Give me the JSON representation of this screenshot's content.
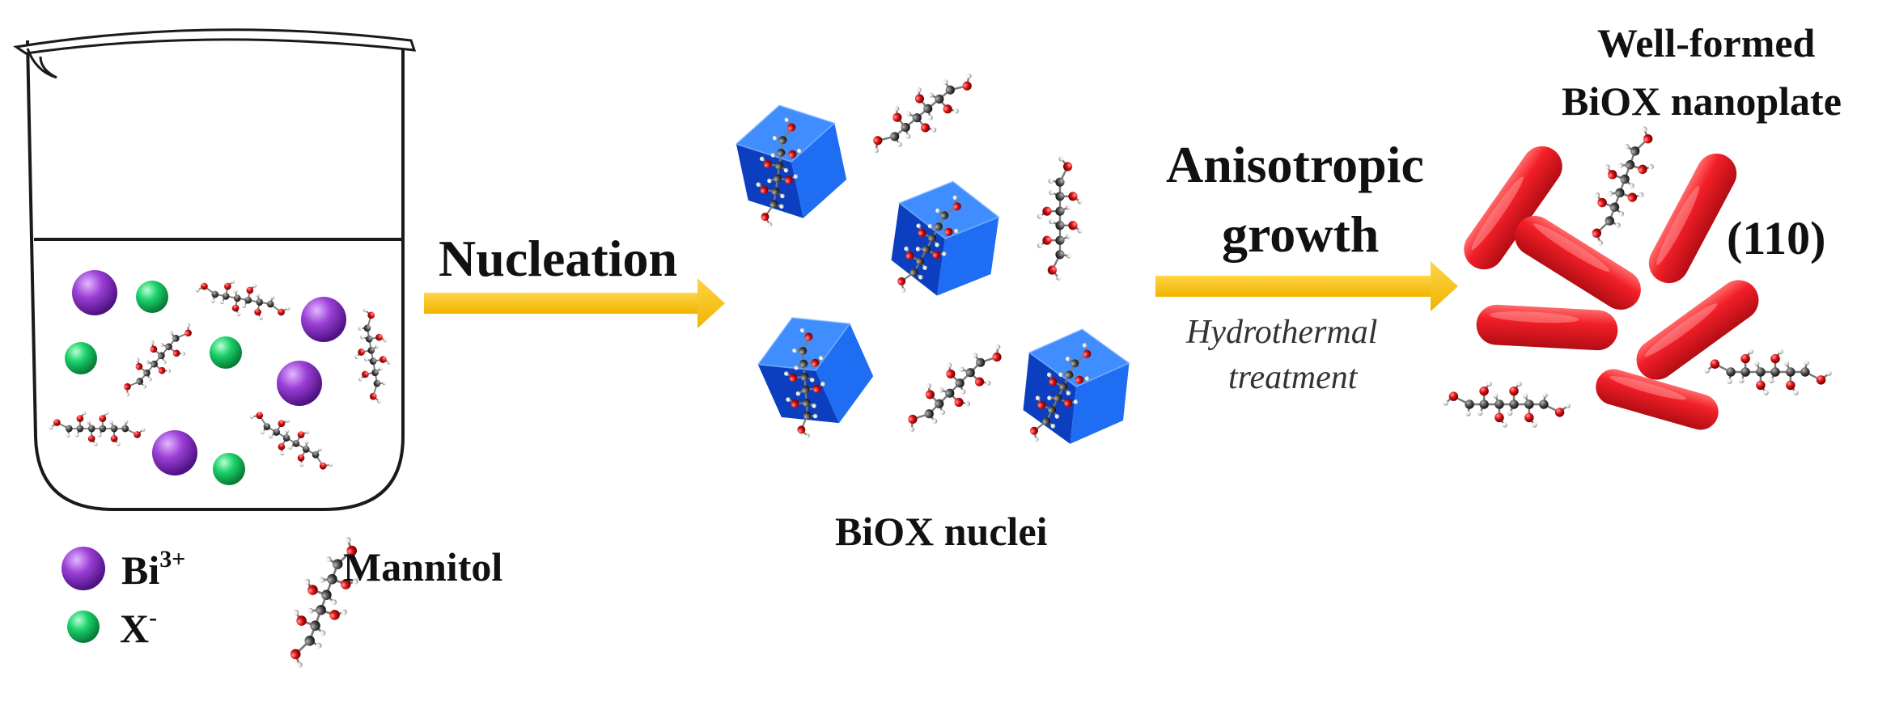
{
  "labels": {
    "nucleation": "Nucleation",
    "anisotropic_line1": "Anisotropic",
    "anisotropic_line2": "growth",
    "hydro_line1": "Hydrothermal",
    "hydro_line2": "treatment",
    "nuclei": "BiOX nuclei",
    "product_line1": "Well-formed",
    "product_line2": "BiOX nanoplate",
    "facet": "(110)"
  },
  "legend": {
    "bi_base": "Bi",
    "bi_charge": "3+",
    "x_base": "X",
    "x_charge": "-",
    "mannitol": "Mannitol"
  },
  "colors": {
    "arrow": "#f7c00f",
    "bi_ion": "#9b3fd6",
    "x_ion": "#19d16a",
    "nucleus": "#1560e8",
    "nanoplate": "#ee1b24",
    "oxygen": "#dd1111",
    "carbon": "#4a4a4a",
    "hydrogen": "#f2f2f2"
  }
}
